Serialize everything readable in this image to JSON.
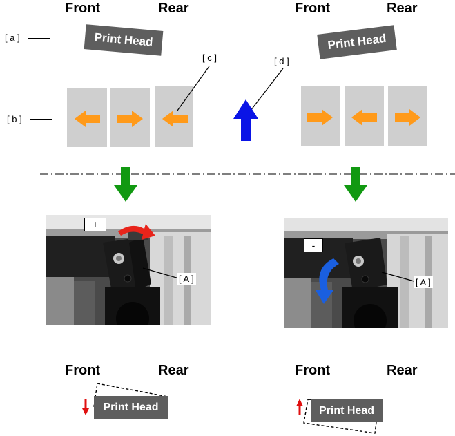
{
  "left": {
    "front_label": "Front",
    "rear_label": "Rear",
    "print_head_label": "Print Head"
  },
  "right": {
    "front_label": "Front",
    "rear_label": "Rear",
    "print_head_label": "Print Head"
  },
  "callouts": {
    "a": "[ a ]",
    "b": "[ b ]",
    "c": "[ c ]",
    "d": "[ d ]"
  },
  "photos": {
    "left_sign": "+",
    "right_sign": "-",
    "part_label": "[ A ]"
  },
  "bottom_left": {
    "front_label": "Front",
    "rear_label": "Rear",
    "print_head_label": "Print Head"
  },
  "bottom_right": {
    "front_label": "Front",
    "rear_label": "Rear",
    "print_head_label": "Print Head"
  },
  "colors": {
    "orange_arrow": "#ff9a1a",
    "green_arrow": "#119911",
    "blue_arrow": "#0a14e6",
    "red_arrow": "#e01010",
    "tile_gray": "#cfcfcf",
    "print_head_gray": "#5e5e5e"
  }
}
